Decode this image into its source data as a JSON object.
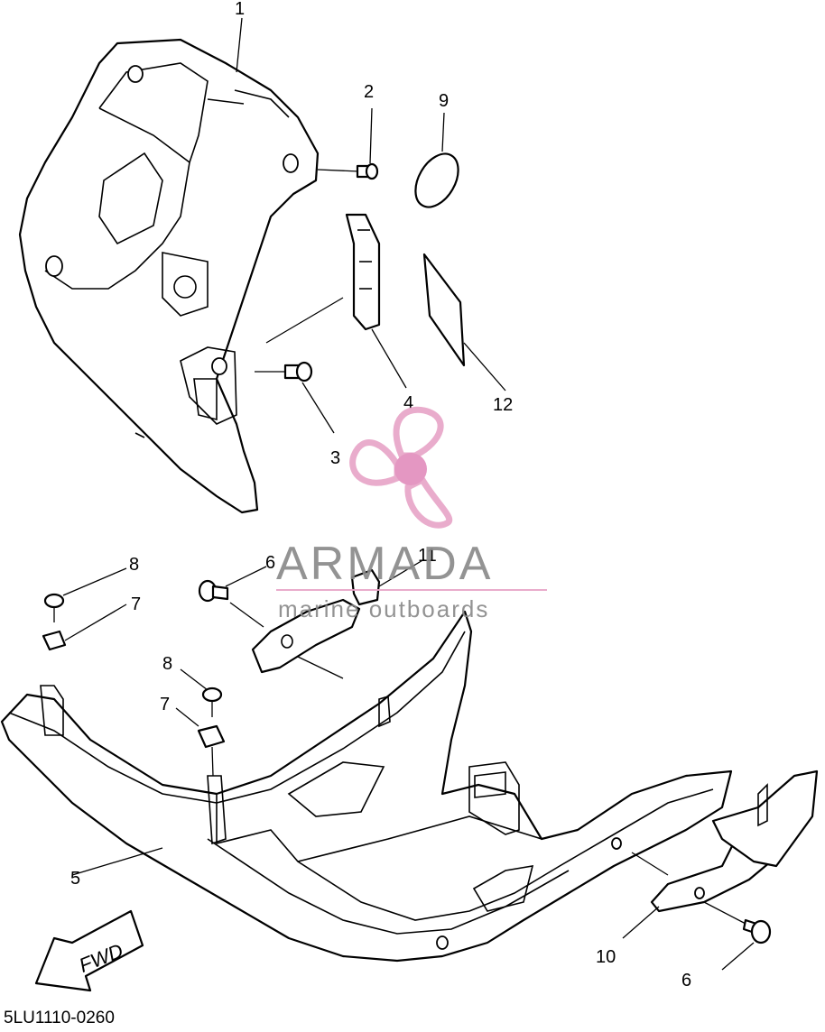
{
  "diagram": {
    "code": "5LU1110-0260",
    "fwd_label": "FWD",
    "callouts": [
      {
        "id": "c1",
        "label": "1"
      },
      {
        "id": "c2",
        "label": "2"
      },
      {
        "id": "c3",
        "label": "3"
      },
      {
        "id": "c4",
        "label": "4"
      },
      {
        "id": "c5",
        "label": "5"
      },
      {
        "id": "c6a",
        "label": "6"
      },
      {
        "id": "c6b",
        "label": "6"
      },
      {
        "id": "c7a",
        "label": "7"
      },
      {
        "id": "c7b",
        "label": "7"
      },
      {
        "id": "c8a",
        "label": "8"
      },
      {
        "id": "c8b",
        "label": "8"
      },
      {
        "id": "c9",
        "label": "9"
      },
      {
        "id": "c10",
        "label": "10"
      },
      {
        "id": "c11",
        "label": "11"
      },
      {
        "id": "c12",
        "label": "12"
      }
    ]
  },
  "watermark": {
    "brand": "ARMADA",
    "tagline": "marine outboards",
    "brand_color": "#8a8a8a",
    "logo_color": "#e8a6c8",
    "logo_core_color": "#e28fbd"
  },
  "icons": {
    "logo": "propeller-logo-icon",
    "direction": "fwd-arrow-icon"
  }
}
